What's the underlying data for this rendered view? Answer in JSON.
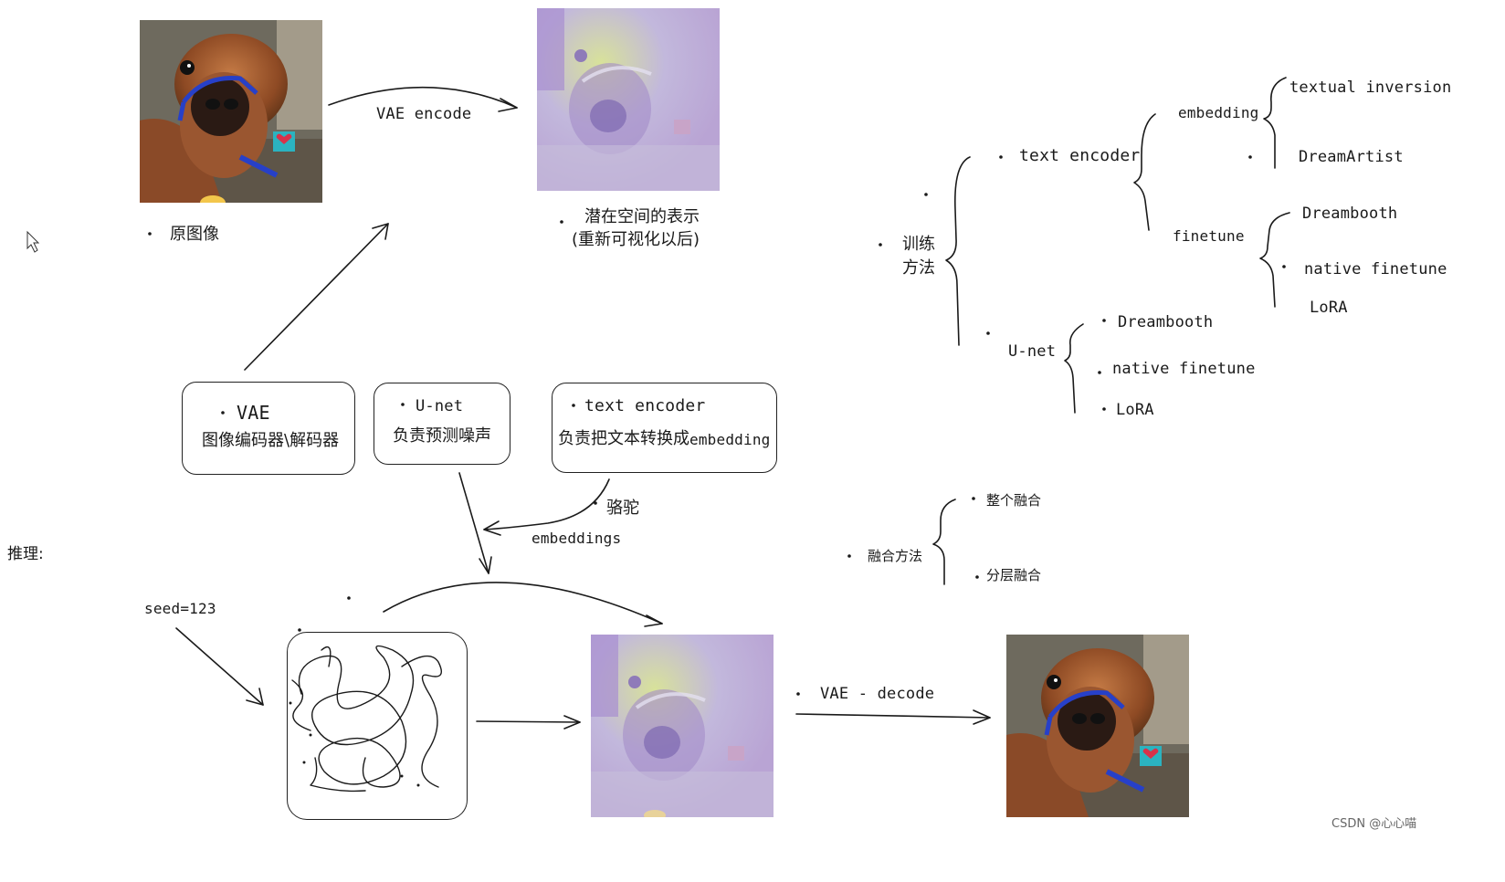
{
  "images": {
    "original": {
      "caption": "原图像"
    },
    "latent": {
      "caption_line1": "潜在空间的表示",
      "caption_line2": "(重新可视化以后)"
    },
    "latent_generated": {},
    "output": {}
  },
  "arrows": {
    "vae_encode": "VAE encode",
    "vae_decode": "VAE - decode",
    "embeddings": "embeddings"
  },
  "components": {
    "vae": {
      "title": "VAE",
      "desc": "图像编码器\\解码器"
    },
    "unet": {
      "title": "U-net",
      "desc": "负责预测噪声"
    },
    "text_encoder": {
      "title": "text encoder",
      "desc_cn": "负责把文本转换成",
      "desc_en": "embedding"
    }
  },
  "prompt_word": "骆驼",
  "inference": {
    "label": "推理:",
    "seed": "seed=123"
  },
  "training": {
    "label_line1": "训练",
    "label_line2": "方法",
    "text_encoder": {
      "label": "text encoder",
      "embedding": {
        "label": "embedding",
        "items": [
          "textual inversion",
          "DreamArtist"
        ]
      },
      "finetune": {
        "label": "finetune",
        "items": [
          "Dreambooth",
          "native finetune",
          "LoRA"
        ]
      }
    },
    "unet": {
      "label": "U-net",
      "items": [
        "Dreambooth",
        "native finetune",
        "LoRA"
      ]
    }
  },
  "merge": {
    "label": "融合方法",
    "items": [
      "整个融合",
      "分层融合"
    ]
  },
  "watermark": "CSDN @心心喵",
  "colors": {
    "ink": "#1a1a1a",
    "alpaca_fur": "#a0582e",
    "latent_purple": "#b8a6d6",
    "latent_green": "#c9d98c",
    "halter_blue": "#2740c8",
    "tag_teal": "#2bb3c0"
  }
}
